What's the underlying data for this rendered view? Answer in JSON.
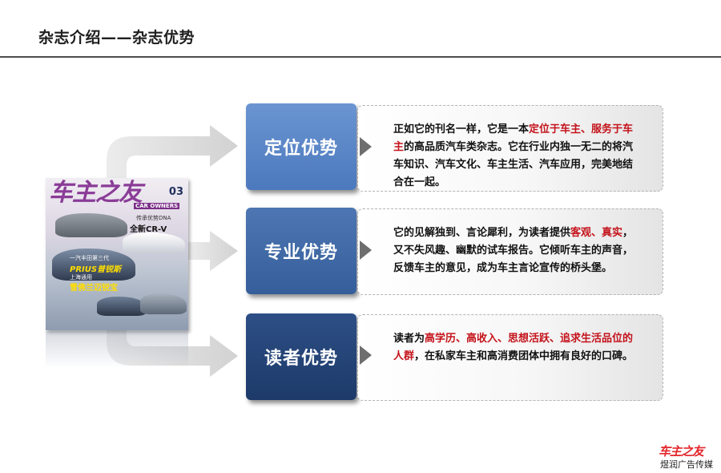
{
  "header": {
    "title": "杂志介绍——杂志优势"
  },
  "cover": {
    "masthead": "车主之友",
    "issue": "03",
    "tagline": "CAR OWNERS",
    "headline_1": "传承优势DNA",
    "headline_2": "全新CR-V",
    "headline_3": "一汽丰田第三代",
    "headline_4": "PRIUS普锐斯",
    "headline_5": "上海通用",
    "headline_6": "雪佛兰迈锐宝"
  },
  "advantages": [
    {
      "label": "定位优势",
      "segments": [
        {
          "text": "正如它的刊名一样，它是一本",
          "highlight": false
        },
        {
          "text": "定位于车主、服务于车主",
          "highlight": true
        },
        {
          "text": "的高品质汽车类杂志。它在行业内独一无二的将汽车知识、汽车文化、车主生活、汽车应用，完美地结合在一起。",
          "highlight": false
        }
      ]
    },
    {
      "label": "专业优势",
      "segments": [
        {
          "text": "它的见解独到、言论犀利，为读者提供",
          "highlight": false
        },
        {
          "text": "客观、真实",
          "highlight": true
        },
        {
          "text": "，又不失风趣、幽默的试车报告。它倾听车主的声音，反馈车主的意见，成为车主言论宣传的桥头堡。",
          "highlight": false
        }
      ]
    },
    {
      "label": "读者优势",
      "segments": [
        {
          "text": "读者为",
          "highlight": false
        },
        {
          "text": "高学历、高收入、思想活跃、追求生活品位的人群",
          "highlight": true
        },
        {
          "text": "，在私家车主和高消费团体中拥有良好的口碑。",
          "highlight": false
        }
      ]
    }
  ],
  "footer": {
    "logo": "车主之友",
    "text": "煜润广告传媒"
  },
  "colors": {
    "highlight": "#c4131b",
    "block_light": "#4c79bd",
    "block_mid": "#355e9a",
    "block_dark": "#1d3a69"
  }
}
